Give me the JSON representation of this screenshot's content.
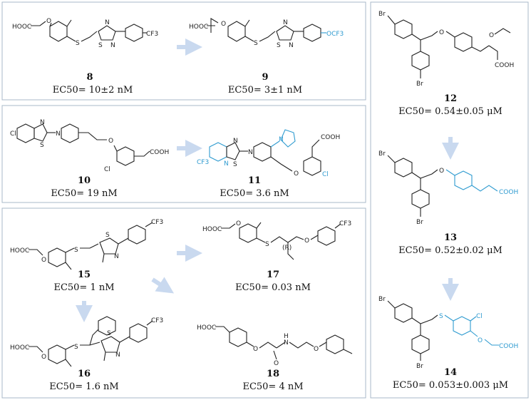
{
  "compounds": [
    {
      "id": "8",
      "ec50": "EC50= 10±2 nM"
    },
    {
      "id": "9",
      "ec50": "EC50= 3±1 nM"
    },
    {
      "id": "10",
      "ec50": "EC50= 19 nM"
    },
    {
      "id": "11",
      "ec50": "EC50= 3.6 nM"
    },
    {
      "id": "15",
      "ec50": "EC50= 1 nM"
    },
    {
      "id": "17",
      "ec50": "EC50= 0.03 nM"
    },
    {
      "id": "16",
      "ec50": "EC50= 1.6 nM"
    },
    {
      "id": "18",
      "ec50": "EC50= 4 nM"
    },
    {
      "id": "12",
      "ec50": "EC50= 0.54±0.05 μM"
    },
    {
      "id": "13",
      "ec50": "EC50= 0.52±0.02 μM"
    },
    {
      "id": "14",
      "ec50": "EC50= 0.053±0.003 μM"
    }
  ],
  "atoms": {
    "hooc": "HOOC",
    "cooh": "COOH",
    "s": "S",
    "n": "N",
    "o": "O",
    "cf3": "CF3",
    "ocf3": "OCF3",
    "cl": "Cl",
    "br": "Br",
    "r": "(R)",
    "h": "H"
  },
  "colors": {
    "highlight": "#2f9bd0",
    "arrow": "#c9d9ef",
    "frame": "#a9b9c8"
  }
}
